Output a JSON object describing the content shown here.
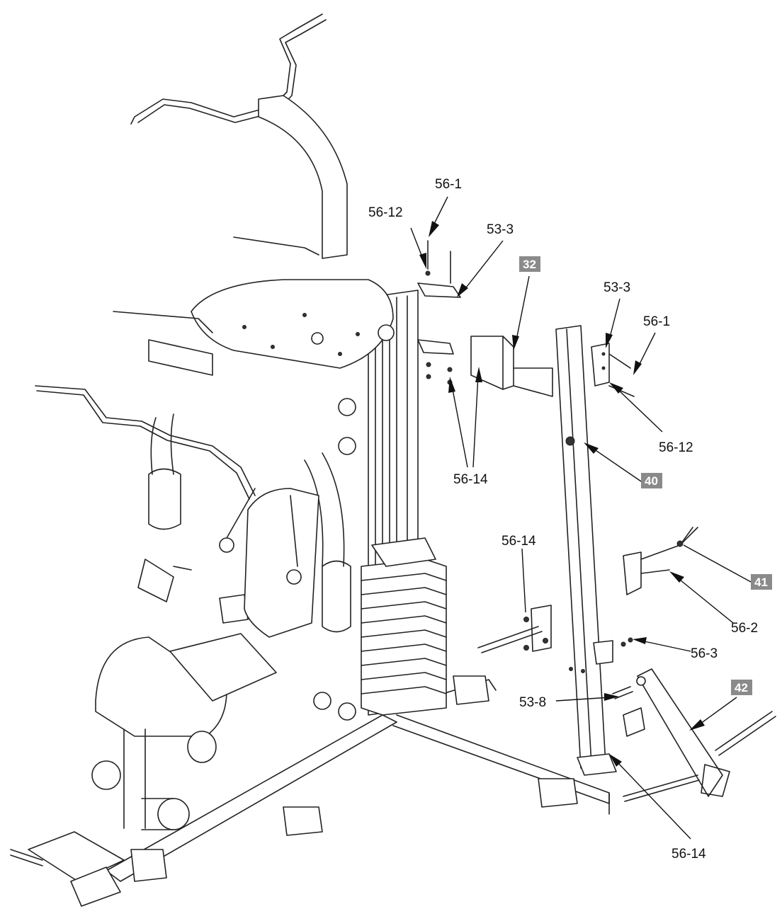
{
  "callouts": {
    "c_56_1_top": "56-1",
    "c_56_12_top": "56-12",
    "c_53_3_top": "53-3",
    "c_53_3_right": "53-3",
    "c_56_1_right": "56-1",
    "c_56_12_right": "56-12",
    "c_56_14_mid": "56-14",
    "c_56_14_left": "56-14",
    "c_56_2": "56-2",
    "c_56_3": "56-3",
    "c_53_8": "53-8",
    "c_56_14_bottom": "56-14"
  },
  "tags": {
    "t_32": "32",
    "t_40": "40",
    "t_41": "41",
    "t_42": "42"
  },
  "colors": {
    "line": "#222222",
    "tag_fill": "#8a8a8a",
    "background": "#ffffff"
  }
}
